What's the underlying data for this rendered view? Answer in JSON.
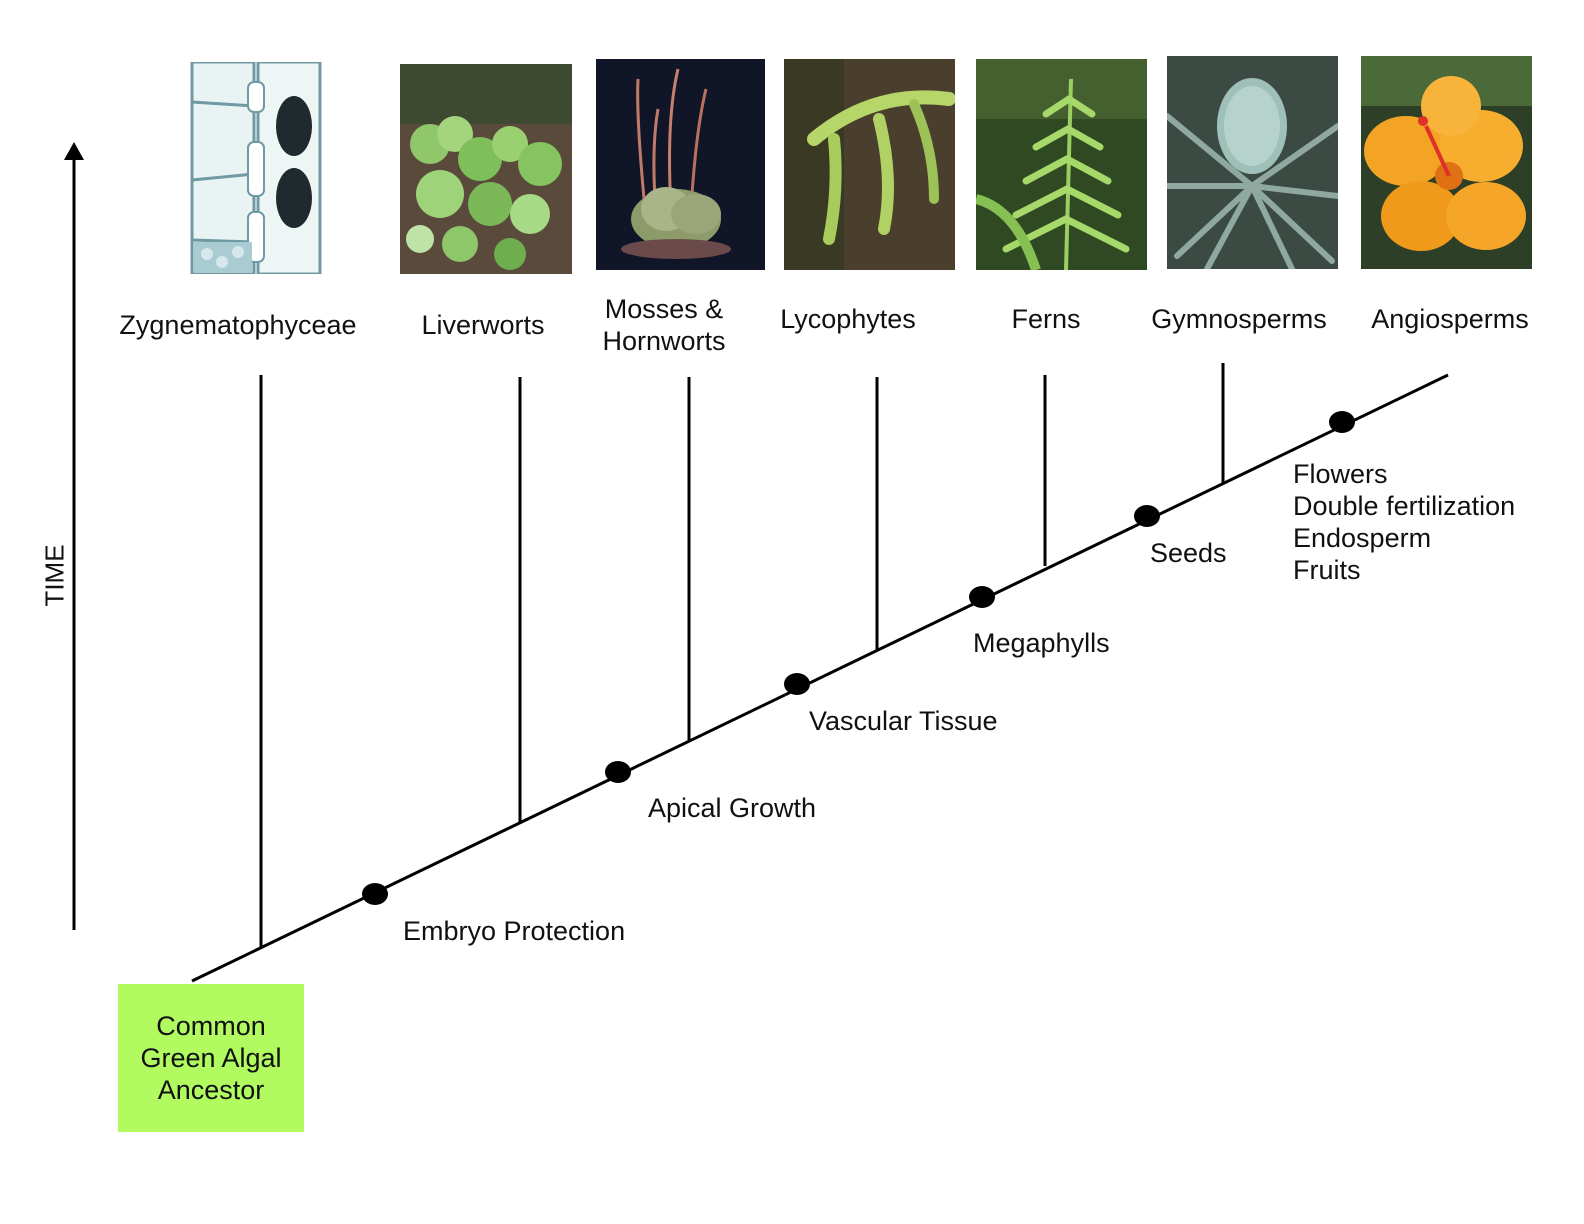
{
  "time_label": "TIME",
  "ancestor": {
    "lines": [
      "Common",
      "Green Algal",
      "Ancestor"
    ]
  },
  "taxa": [
    {
      "name": "Zygnematophyceae",
      "image_icon": "algae-filament-photo"
    },
    {
      "name": "Liverworts",
      "image_icon": "liverwort-photo"
    },
    {
      "name": "Mosses & Hornworts",
      "name_lines": [
        "Mosses &",
        "Hornworts"
      ],
      "image_icon": "moss-photo"
    },
    {
      "name": "Lycophytes",
      "image_icon": "lycophyte-photo"
    },
    {
      "name": "Ferns",
      "image_icon": "fern-photo"
    },
    {
      "name": "Gymnosperms",
      "image_icon": "cycad-photo"
    },
    {
      "name": "Angiosperms",
      "image_icon": "hibiscus-flower-photo"
    }
  ],
  "traits": [
    {
      "lines": [
        "Embryo Protection"
      ]
    },
    {
      "lines": [
        "Apical Growth"
      ]
    },
    {
      "lines": [
        "Vascular Tissue"
      ]
    },
    {
      "lines": [
        "Megaphylls"
      ]
    },
    {
      "lines": [
        "Seeds"
      ]
    },
    {
      "lines": [
        "Flowers",
        "Double fertilization",
        "Endosperm",
        "Fruits"
      ]
    }
  ],
  "colors": {
    "ancestor_box": "#b1fa5f",
    "lines": "#000000"
  }
}
